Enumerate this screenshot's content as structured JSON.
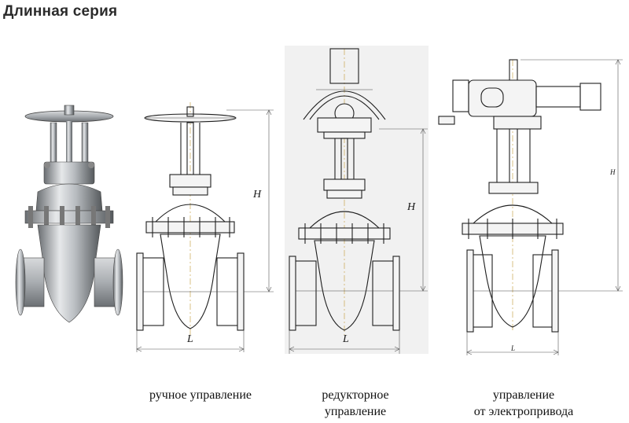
{
  "page": {
    "title": "Длинная серия"
  },
  "figures": [
    {
      "id": "photo",
      "caption_lines": []
    },
    {
      "id": "manual",
      "caption_lines": [
        "ручное управление"
      ],
      "dim_h": "H",
      "dim_l": "L"
    },
    {
      "id": "gear",
      "caption_lines": [
        "редукторное",
        "управление"
      ],
      "dim_h": "H",
      "dim_l": "L"
    },
    {
      "id": "electric",
      "caption_lines": [
        "управление",
        "от электропривода"
      ],
      "dim_h": "H",
      "dim_l": "L"
    }
  ],
  "colors": {
    "centerline": "#c9a650",
    "line": "#1f1f1f",
    "photo_metal": "#b8bcc0",
    "gear_background": "#f1f1f1"
  }
}
